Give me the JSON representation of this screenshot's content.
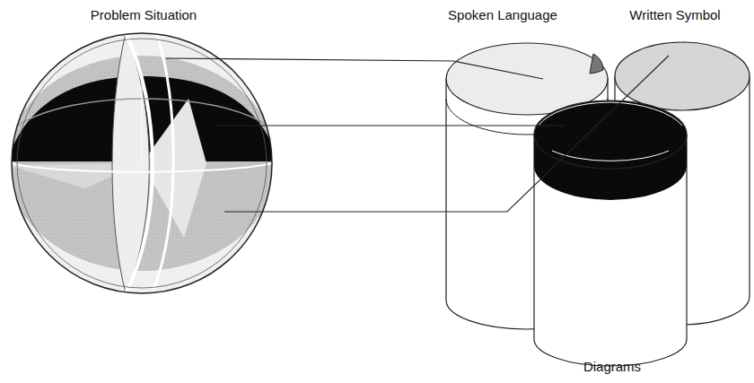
{
  "diagram": {
    "labels": [
      "Problem Situation",
      "Spoken Language",
      "Written Symbol",
      "Diagrams"
    ]
  }
}
